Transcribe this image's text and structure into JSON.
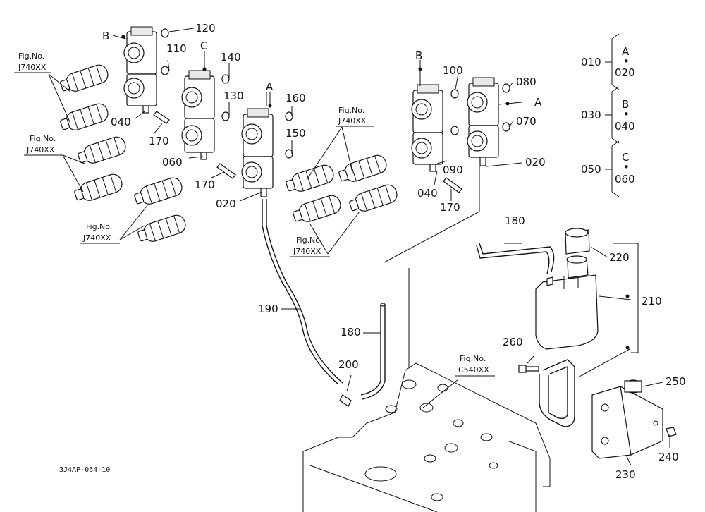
{
  "diagram_code": "3J4AP-064-10",
  "fig_refs": [
    {
      "id": "fig-ref-1",
      "line1": "Fig.No.",
      "line2": "J740XX"
    },
    {
      "id": "fig-ref-2",
      "line1": "Fig.No.",
      "line2": "J740XX"
    },
    {
      "id": "fig-ref-3",
      "line1": "Fig.No.",
      "line2": "J740XX"
    },
    {
      "id": "fig-ref-4",
      "line1": "Fig.No.",
      "line2": "J740XX"
    },
    {
      "id": "fig-ref-5",
      "line1": "Fig.No.",
      "line2": "J740XX"
    },
    {
      "id": "fig-ref-6",
      "line1": "Fig.No.",
      "line2": "C540XX"
    }
  ],
  "part_numbers": [
    "010",
    "020",
    "030",
    "040",
    "050",
    "060",
    "070",
    "080",
    "090",
    "100",
    "110",
    "120",
    "130",
    "140",
    "150",
    "160",
    "170",
    "180",
    "190",
    "200",
    "210",
    "220",
    "230",
    "240",
    "250",
    "260"
  ],
  "callouts": [
    {
      "id": "c120",
      "text": "120"
    },
    {
      "id": "c110",
      "text": "110"
    },
    {
      "id": "c140",
      "text": "140"
    },
    {
      "id": "c130",
      "text": "130"
    },
    {
      "id": "c160",
      "text": "160"
    },
    {
      "id": "c150",
      "text": "150"
    },
    {
      "id": "c040a",
      "text": "040"
    },
    {
      "id": "c170a",
      "text": "170"
    },
    {
      "id": "c060",
      "text": "060"
    },
    {
      "id": "c170b",
      "text": "170"
    },
    {
      "id": "c020a",
      "text": "020"
    },
    {
      "id": "c100",
      "text": "100"
    },
    {
      "id": "c080",
      "text": "080"
    },
    {
      "id": "c070",
      "text": "070"
    },
    {
      "id": "c020b",
      "text": "020"
    },
    {
      "id": "c090",
      "text": "090"
    },
    {
      "id": "c040b",
      "text": "040"
    },
    {
      "id": "c170c",
      "text": "170"
    },
    {
      "id": "c180a",
      "text": "180"
    },
    {
      "id": "c220",
      "text": "220"
    },
    {
      "id": "c210",
      "text": "210"
    },
    {
      "id": "c190",
      "text": "190"
    },
    {
      "id": "c180b",
      "text": "180"
    },
    {
      "id": "c200",
      "text": "200"
    },
    {
      "id": "c260",
      "text": "260"
    },
    {
      "id": "c250",
      "text": "250"
    },
    {
      "id": "c240",
      "text": "240"
    },
    {
      "id": "c230",
      "text": "230"
    }
  ],
  "letters": {
    "a": "A",
    "b": "B",
    "c": "C"
  },
  "legend": [
    {
      "num": "010",
      "letter": "A",
      "sub": "020"
    },
    {
      "num": "030",
      "letter": "B",
      "sub": "040"
    },
    {
      "num": "050",
      "letter": "C",
      "sub": "060"
    }
  ],
  "legend_dot": "•"
}
